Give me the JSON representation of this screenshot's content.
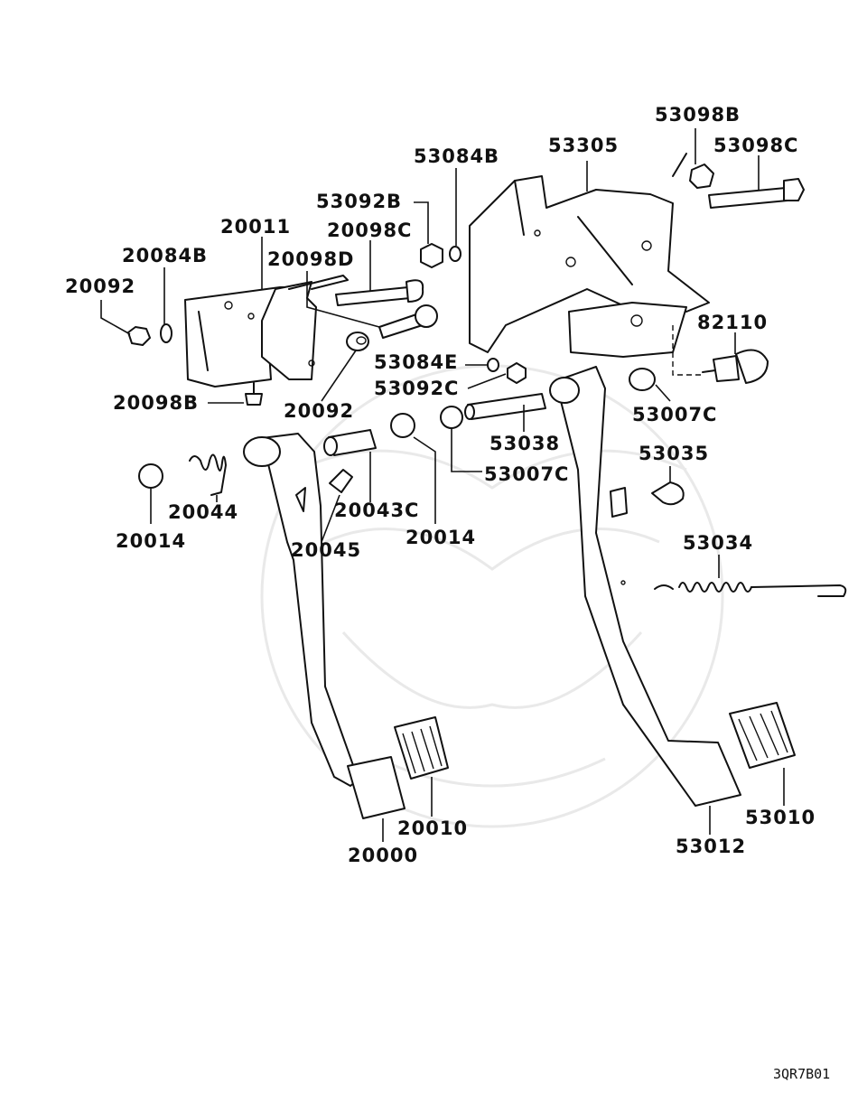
{
  "diagram": {
    "code": "3QR7B01",
    "labels": {
      "p53098B": "53098B",
      "p53098C": "53098C",
      "p53305": "53305",
      "p53084B": "53084B",
      "p53092B": "53092B",
      "p20011": "20011",
      "p20098C": "20098C",
      "p20084B": "20084B",
      "p20098D": "20098D",
      "p20092a": "20092",
      "p82110": "82110",
      "p53084E": "53084E",
      "p53092C": "53092C",
      "p20098B": "20098B",
      "p20092b": "20092",
      "p53007Ca": "53007C",
      "p53038": "53038",
      "p53035": "53035",
      "p53007Cb": "53007C",
      "p20043C": "20043C",
      "p20044": "20044",
      "p20014a": "20014",
      "p20014b": "20014",
      "p20045": "20045",
      "p53034": "53034",
      "p20010": "20010",
      "p20000": "20000",
      "p53012": "53012",
      "p53010": "53010"
    }
  }
}
